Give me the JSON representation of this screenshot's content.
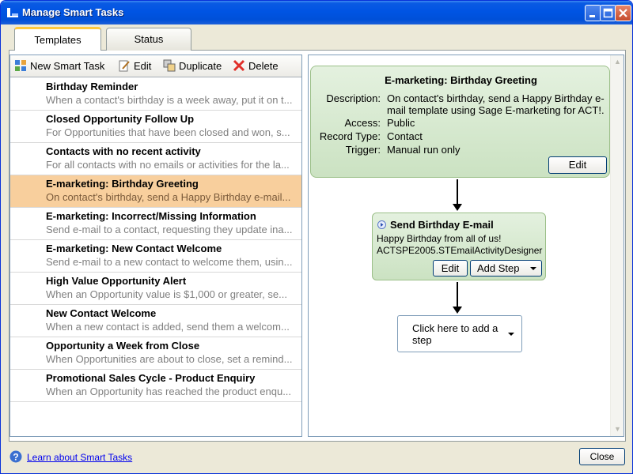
{
  "window": {
    "title": "Manage Smart Tasks"
  },
  "tabs": [
    {
      "label": "Templates",
      "active": true
    },
    {
      "label": "Status",
      "active": false
    }
  ],
  "toolbar": {
    "new_label": "New Smart Task",
    "edit_label": "Edit",
    "duplicate_label": "Duplicate",
    "delete_label": "Delete"
  },
  "tasks": [
    {
      "name": "Birthday Reminder",
      "desc": "When a contact's birthday is a week away, put it on t..."
    },
    {
      "name": "Closed Opportunity Follow Up",
      "desc": "For Opportunities that have been closed and won, s..."
    },
    {
      "name": "Contacts with no recent activity",
      "desc": "For all contacts with no emails or activities for the la..."
    },
    {
      "name": "E-marketing: Birthday Greeting",
      "desc": "On contact's birthday, send a Happy Birthday e-mail...",
      "selected": true
    },
    {
      "name": "E-marketing: Incorrect/Missing Information",
      "desc": "Send e-mail to a contact, requesting they update ina..."
    },
    {
      "name": "E-marketing: New Contact Welcome",
      "desc": "Send e-mail to a new contact to welcome them, usin..."
    },
    {
      "name": "High Value Opportunity Alert",
      "desc": "When an Opportunity value is $1,000 or greater, se..."
    },
    {
      "name": "New Contact Welcome",
      "desc": "When a new contact is added, send them a welcom..."
    },
    {
      "name": "Opportunity a Week from Close",
      "desc": "When Opportunities are about to close, set a remind..."
    },
    {
      "name": "Promotional Sales Cycle - Product Enquiry",
      "desc": "When an Opportunity has reached the product enqu..."
    }
  ],
  "detail": {
    "title": "E-marketing: Birthday Greeting",
    "description_label": "Description:",
    "description_line1": "On contact's birthday, send a Happy Birthday e-",
    "description_line2": "mail template using Sage E-marketing for ACT!.",
    "access_label": "Access:",
    "access_value": "Public",
    "record_type_label": "Record Type:",
    "record_type_value": "Contact",
    "trigger_label": "Trigger:",
    "trigger_value": "Manual run only",
    "edit_label": "Edit"
  },
  "step": {
    "title": "Send Birthday E-mail",
    "line1": "Happy Birthday from all of us!",
    "line2": "ACTSPE2005.STEmailActivityDesigner",
    "edit_label": "Edit",
    "add_step_label": "Add Step"
  },
  "add_step_card": {
    "text": "Click here to add a step"
  },
  "footer": {
    "help_link": "Learn about Smart Tasks",
    "close_label": "Close"
  },
  "colors": {
    "title_bar": "#0054e3",
    "selected_row": "#f8cf9d",
    "card_green": "#cbe2c2",
    "link": "#0000ee"
  }
}
